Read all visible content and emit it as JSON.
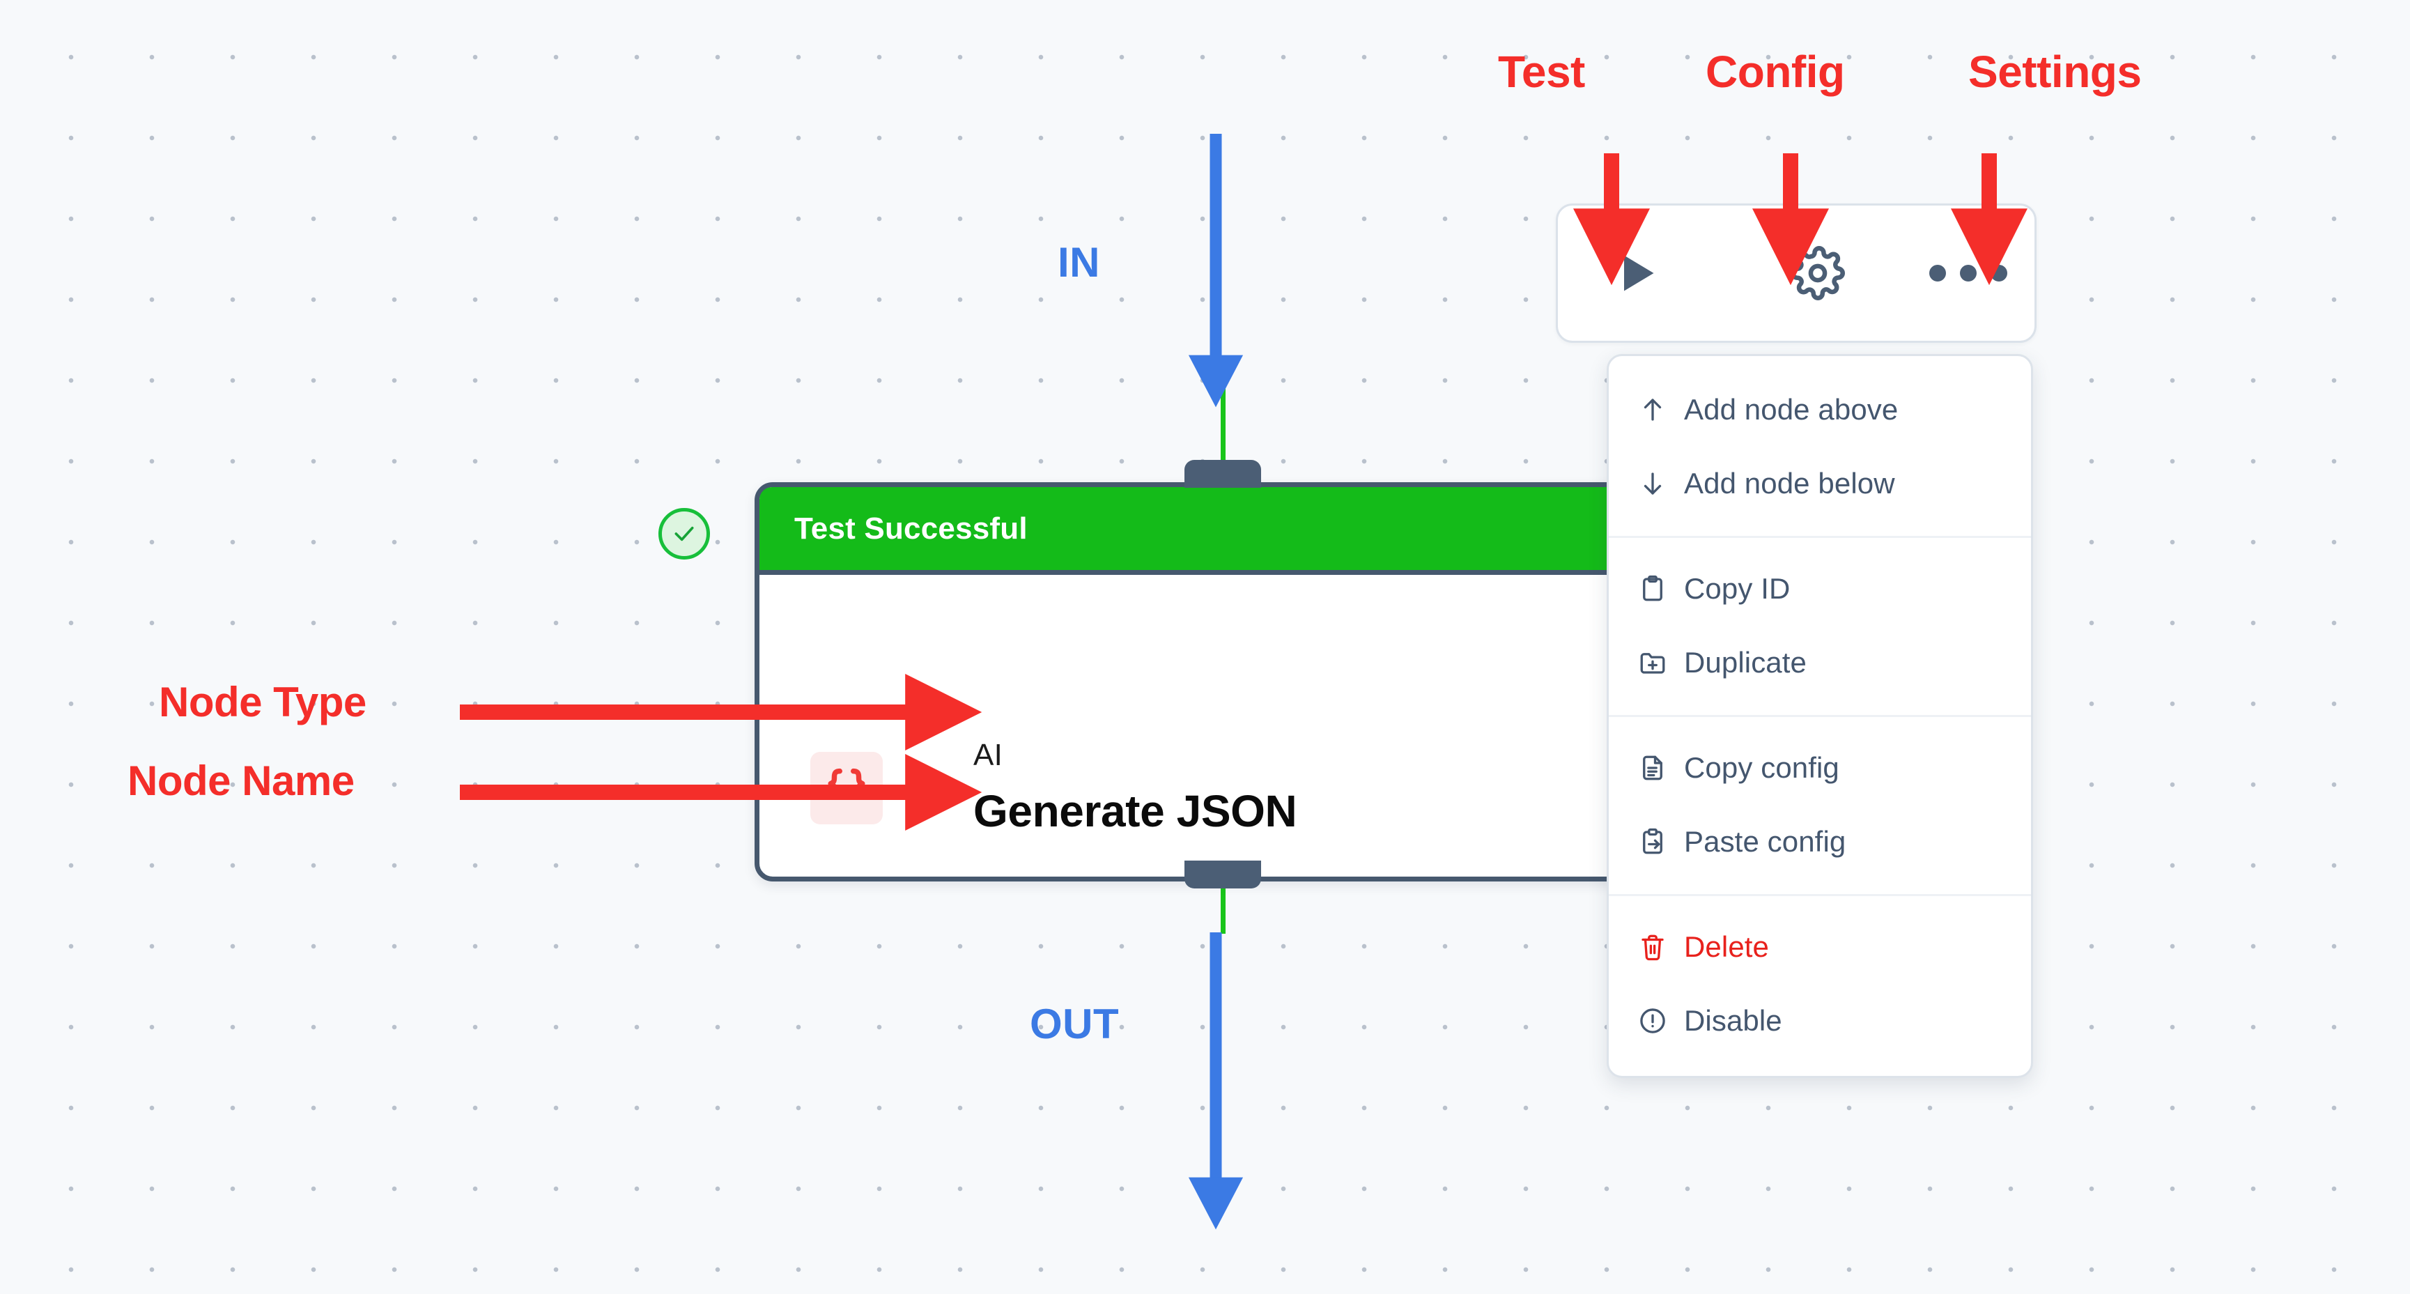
{
  "canvas": {
    "background_color": "#f7f9fb",
    "dot_color": "#b9c1cc"
  },
  "node": {
    "status_header": "Test Successful",
    "status_badge_icon": "check-icon",
    "status_color": "#14bb19",
    "type_icon": "json-braces-icon",
    "type": "AI",
    "name": "Generate JSON",
    "border_color": "#46586e",
    "input_handle": "input-handle",
    "output_handle": "output-handle"
  },
  "toolbar": {
    "play_icon": "play-icon",
    "gear_icon": "gear-icon",
    "more_icon": "ellipsis-icon",
    "icon_color": "#4b5e75"
  },
  "context_menu": {
    "groups": [
      {
        "items": [
          {
            "icon": "arrow-up-icon",
            "label": "Add node above",
            "danger": false
          },
          {
            "icon": "arrow-down-icon",
            "label": "Add node below",
            "danger": false
          }
        ]
      },
      {
        "items": [
          {
            "icon": "clipboard-icon",
            "label": "Copy ID",
            "danger": false
          },
          {
            "icon": "folder-plus-icon",
            "label": "Duplicate",
            "danger": false
          }
        ]
      },
      {
        "items": [
          {
            "icon": "document-lines-icon",
            "label": "Copy config",
            "danger": false
          },
          {
            "icon": "clipboard-arrow-icon",
            "label": "Paste config",
            "danger": false
          }
        ]
      },
      {
        "items": [
          {
            "icon": "trash-icon",
            "label": "Delete",
            "danger": true
          },
          {
            "icon": "exclamation-circle-icon",
            "label": "Disable",
            "danger": false
          }
        ]
      }
    ],
    "text_color": "#44566e",
    "danger_color": "#e8211c"
  },
  "annotations": {
    "color": "#f42e2a",
    "toolbar_labels": [
      "Test",
      "Config",
      "Settings"
    ],
    "node_labels": [
      "Node Type",
      "Node Name"
    ]
  },
  "io_labels": {
    "color": "#3b7ae4",
    "input": "IN",
    "output": "OUT"
  }
}
